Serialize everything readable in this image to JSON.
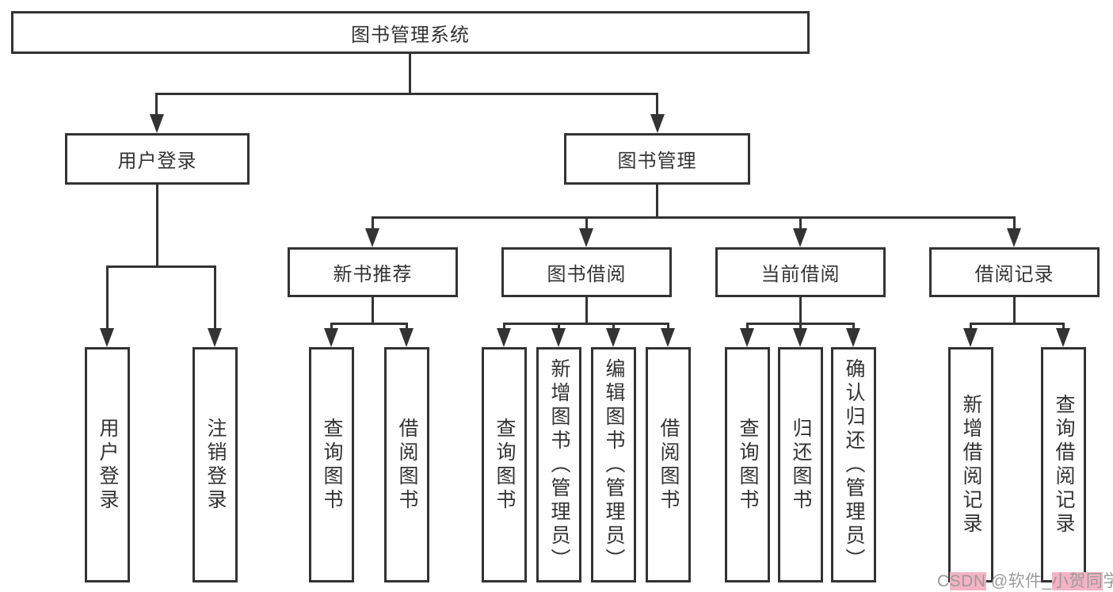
{
  "tree": {
    "root": {
      "label": "图书管理系统",
      "children": [
        {
          "label": "用户登录",
          "children": [
            {
              "label": "用户登录"
            },
            {
              "label": "注销登录"
            }
          ]
        },
        {
          "label": "图书管理",
          "children": [
            {
              "label": "新书推荐",
              "children": [
                {
                  "label": "查询图书"
                },
                {
                  "label": "借阅图书"
                }
              ]
            },
            {
              "label": "图书借阅",
              "children": [
                {
                  "label": "查询图书"
                },
                {
                  "label": "新增图书（管理员）"
                },
                {
                  "label": "编辑图书（管理员）"
                },
                {
                  "label": "借阅图书"
                }
              ]
            },
            {
              "label": "当前借阅",
              "children": [
                {
                  "label": "查询图书"
                },
                {
                  "label": "归还图书"
                },
                {
                  "label": "确认归还（管理员）"
                }
              ]
            },
            {
              "label": "借阅记录",
              "children": [
                {
                  "label": "新增借阅记录"
                },
                {
                  "label": "查询借阅记录"
                }
              ]
            }
          ]
        }
      ]
    }
  },
  "watermark": {
    "parts": [
      {
        "text": "C",
        "highlight": false
      },
      {
        "text": "SDN",
        "highlight": true
      },
      {
        "text": " @软件_",
        "highlight": false
      },
      {
        "text": "小贺同",
        "highlight": true
      },
      {
        "text": "学",
        "highlight": false
      }
    ]
  },
  "colors": {
    "line": "#333333",
    "box_border": "#333333",
    "text": "#333333",
    "background": "#ffffff",
    "watermark_text": "#9c9c9c",
    "watermark_highlight": "#f4b3c4"
  }
}
